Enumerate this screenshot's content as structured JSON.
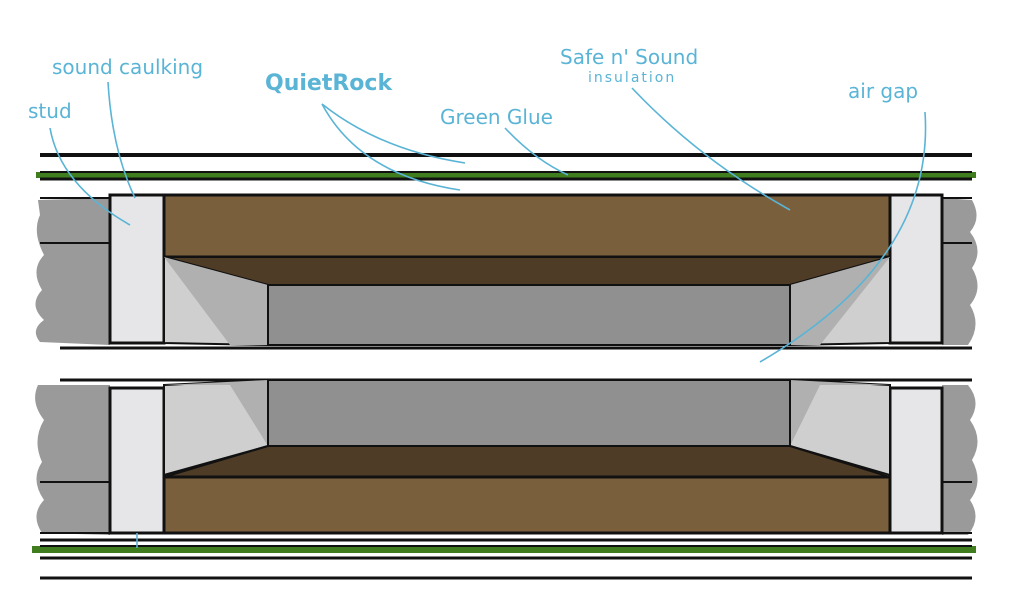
{
  "labels": {
    "stud": "stud",
    "sound_caulking": "sound caulking",
    "quietrock": "QuietRock",
    "green_glue": "Green Glue",
    "safe_n_sound": "Safe n' Sound",
    "insulation": "insulation",
    "air_gap": "air gap"
  },
  "colors": {
    "wall_gray": "#9a9a9a",
    "light_gray": "#cfcfcf",
    "inner_gray": "#909090",
    "stud_fill": "#e6e6e8",
    "insulation_brown": "#7a5f3c",
    "insulation_dark": "#4e3c26",
    "green_glue": "#3f7d1e",
    "annotation_blue": "#5ab4d6",
    "line_black": "#111111"
  }
}
